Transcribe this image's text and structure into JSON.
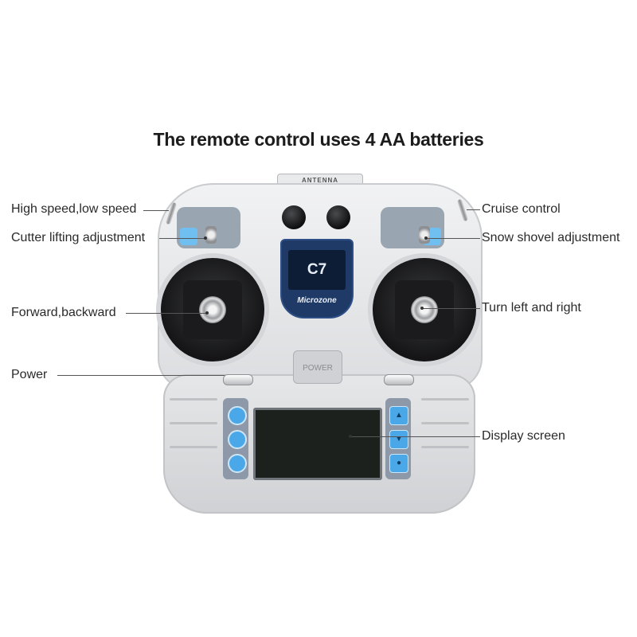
{
  "title": "The remote control uses 4 AA batteries",
  "device": {
    "antenna_label": "ANTENNA",
    "model": "C7",
    "brand": "Microzone",
    "power_label": "POWER"
  },
  "labels": {
    "high_low_speed": "High speed,low speed",
    "cutter_lifting": "Cutter lifting adjustment",
    "forward_backward": "Forward,backward",
    "power": "Power",
    "cruise_control": "Cruise control",
    "snow_shovel": "Snow shovel adjustment",
    "turn": "Turn left and right",
    "display_screen": "Display screen"
  },
  "colors": {
    "accent_blue": "#4aa8e8",
    "panel_navy": "#1f3a66",
    "shell": "#e6e7e9"
  }
}
